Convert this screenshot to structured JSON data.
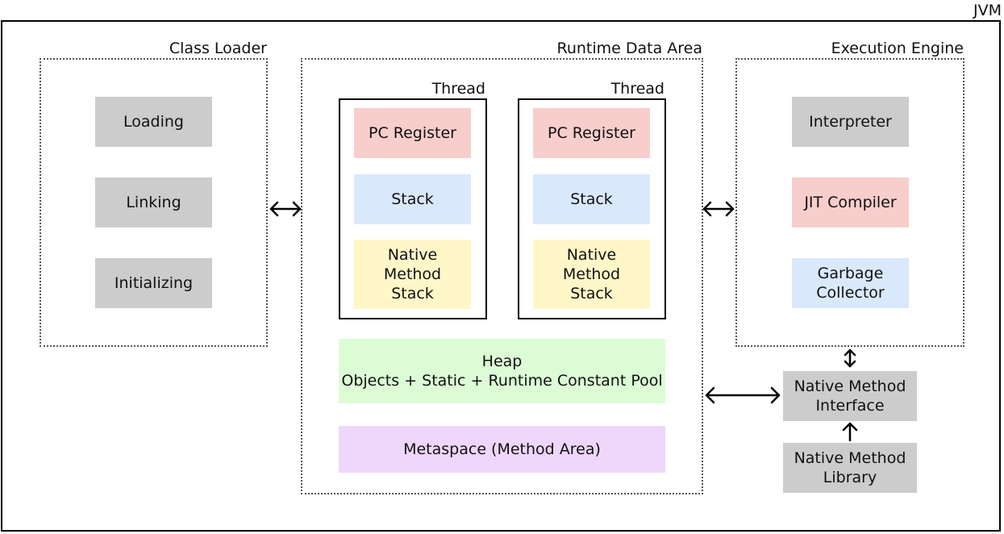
{
  "jvm": {
    "title": "JVM"
  },
  "class_loader": {
    "title": "Class Loader",
    "steps": [
      "Loading",
      "Linking",
      "Initializing"
    ]
  },
  "runtime_data_area": {
    "title": "Runtime Data Area",
    "threads": [
      {
        "title": "Thread",
        "pc_register": "PC Register",
        "stack": "Stack",
        "native_stack": "Native\nMethod\n Stack"
      },
      {
        "title": "Thread",
        "pc_register": "PC Register",
        "stack": "Stack",
        "native_stack": "Native\nMethod\n Stack"
      }
    ],
    "heap": "Heap\nObjects + Static + Runtime Constant Pool",
    "metaspace": "Metaspace (Method Area)"
  },
  "execution_engine": {
    "title": "Execution Engine",
    "interpreter": "Interpreter",
    "jit_compiler": "JIT Compiler",
    "garbage_collector": "Garbage\nCollector"
  },
  "native": {
    "interface": "Native Method\nInterface",
    "library": "Native Method\nLibrary"
  },
  "colors": {
    "gray": "#cccccc",
    "pink": "#f8cecc",
    "blue": "#dae8fc",
    "yellow": "#fff7c8",
    "green": "#dcfcd6",
    "purple": "#efd6fb"
  }
}
